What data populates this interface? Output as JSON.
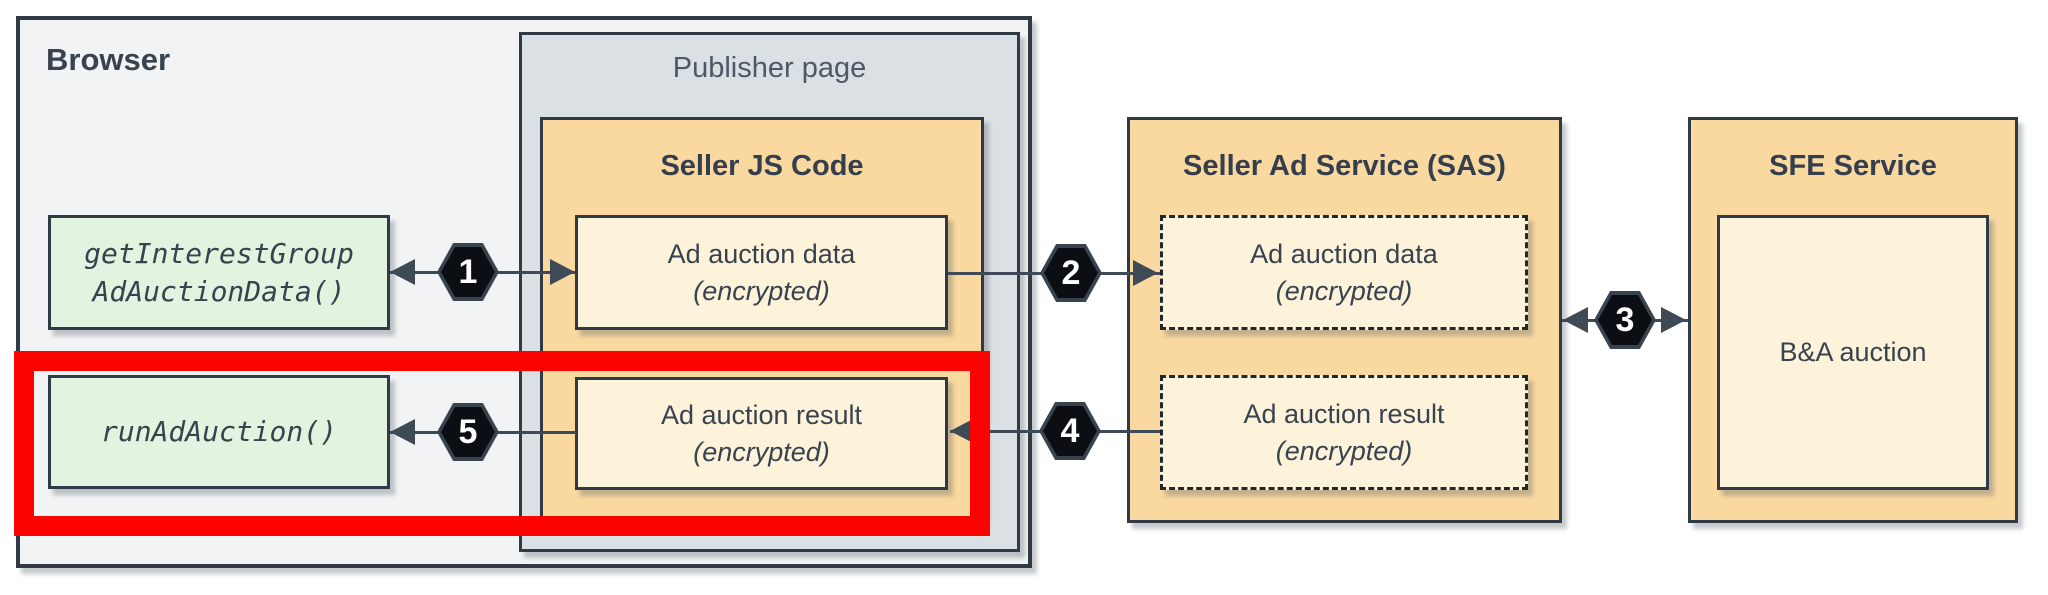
{
  "diagram": {
    "browser": {
      "label": "Browser",
      "api_boxes": [
        {
          "line1": "getInterestGroup",
          "line2": "AdAuctionData()"
        },
        {
          "line1": "runAdAuction()"
        }
      ]
    },
    "publisher_page": {
      "label": "Publisher page",
      "seller_js": {
        "title": "Seller JS Code",
        "boxes": [
          {
            "name": "Ad auction data",
            "note": "(encrypted)"
          },
          {
            "name": "Ad auction result",
            "note": "(encrypted)"
          }
        ]
      }
    },
    "sas": {
      "title": "Seller Ad Service (SAS)",
      "boxes": [
        {
          "name": "Ad auction data",
          "note": "(encrypted)"
        },
        {
          "name": "Ad auction result",
          "note": "(encrypted)"
        }
      ]
    },
    "sfe": {
      "title": "SFE Service",
      "box": {
        "name": "B&A auction"
      }
    },
    "steps": [
      {
        "n": "1"
      },
      {
        "n": "2"
      },
      {
        "n": "3"
      },
      {
        "n": "4"
      },
      {
        "n": "5"
      }
    ],
    "colors": {
      "browser_fill": "#f1f3f4",
      "publisher_fill": "#dbe0e5",
      "service_fill": "#f9d9a0",
      "data_fill": "#fdf3da",
      "api_fill": "#e2f4df",
      "border": "#2f3a46",
      "highlight_red": "#fb0300",
      "step_badge_fill": "#0b0f14",
      "step_badge_text": "#ffffff"
    }
  }
}
